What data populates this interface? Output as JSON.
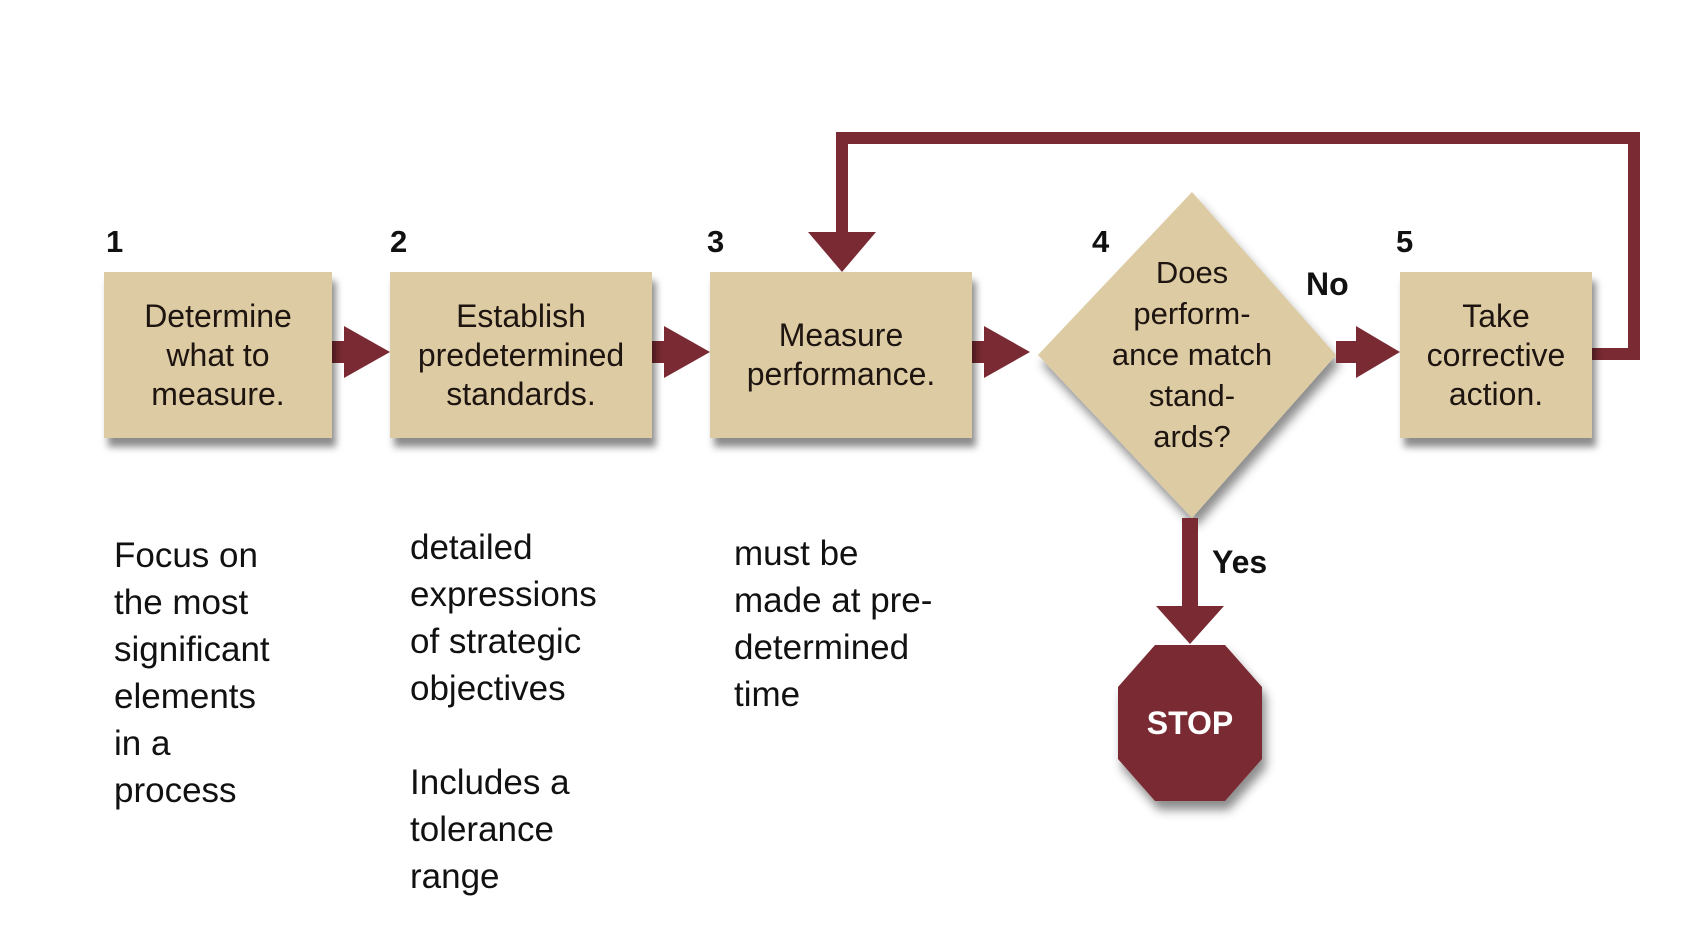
{
  "colors": {
    "box_fill": "#dccba3",
    "arrow": "#7a2a33",
    "stop_fill": "#7a2a33",
    "text": "#111111",
    "stop_text": "#ffffff"
  },
  "steps": [
    {
      "number": "1",
      "label": "Determine\nwhat to\nmeasure."
    },
    {
      "number": "2",
      "label": "Establish\npredetermined\nstandards."
    },
    {
      "number": "3",
      "label": "Measure\nperformance."
    },
    {
      "number": "4",
      "label": "Does\nperform-\nance match\nstand-\nards?"
    },
    {
      "number": "5",
      "label": "Take\ncorrective\naction."
    }
  ],
  "branches": {
    "no": "No",
    "yes": "Yes"
  },
  "stop": {
    "label": "STOP"
  },
  "notes": [
    "Focus on\nthe most\nsignificant\nelements\nin a\nprocess",
    "detailed\nexpressions\nof strategic\nobjectives\n\nIncludes a\ntolerance\nrange",
    "must be\nmade at pre-\ndetermined\ntime"
  ],
  "icons": {
    "stop_sign": "octagon-stop-icon",
    "arrow": "arrow-right-icon"
  }
}
